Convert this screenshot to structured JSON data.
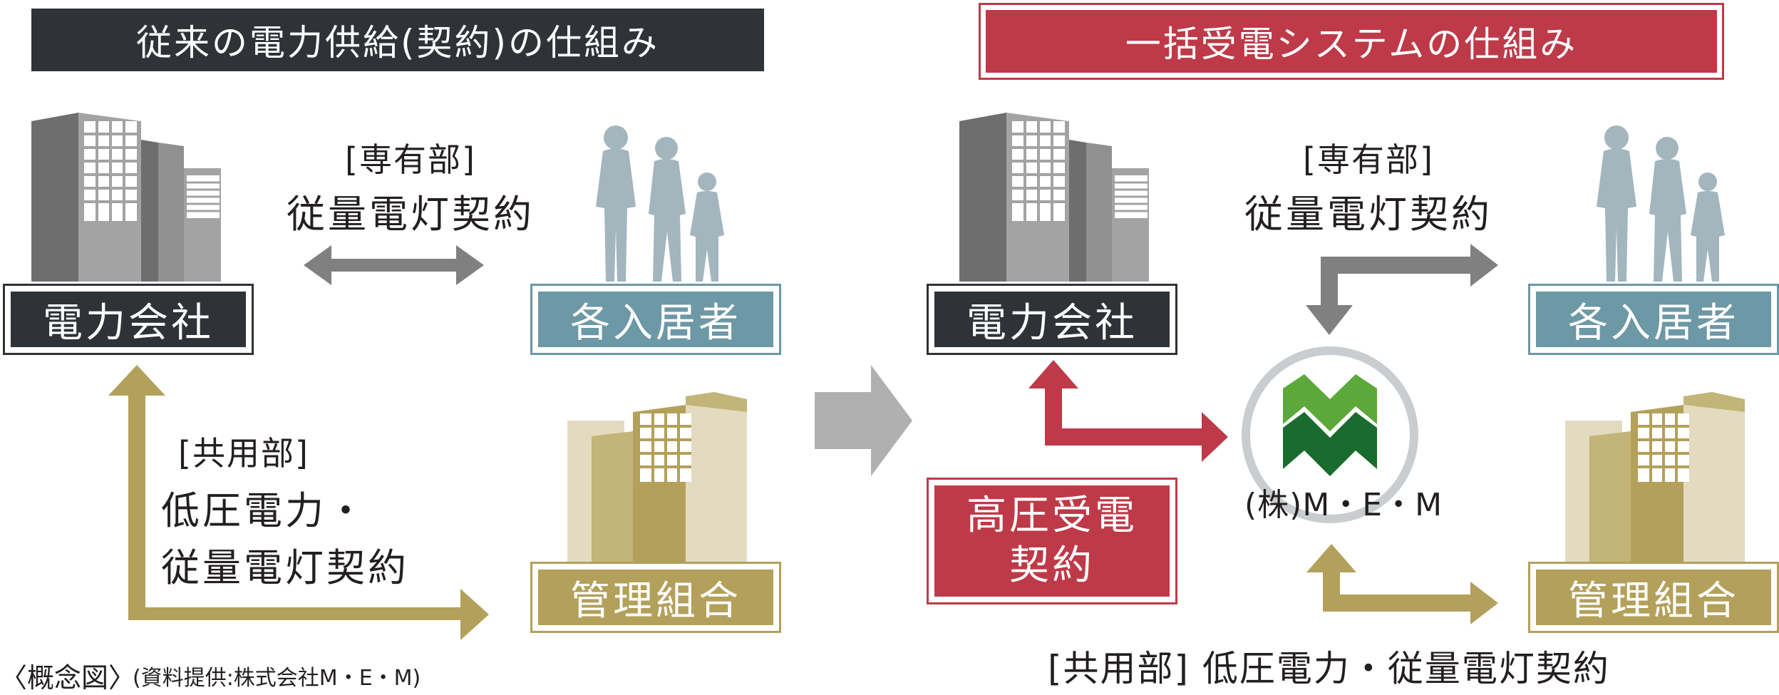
{
  "headers": {
    "left": "従来の電力供給(契約)の仕組み",
    "right": "一括受電システムの仕組み"
  },
  "left": {
    "power_company": "電力会社",
    "residents": "各入居者",
    "management": "管理組合",
    "private_label": "[専有部]",
    "private_contract": "従量電灯契約",
    "common_label": "[共用部]",
    "common_line1": "低圧電力・",
    "common_line2": "従量電灯契約"
  },
  "right": {
    "power_company": "電力会社",
    "residents": "各入居者",
    "management": "管理組合",
    "private_label": "[専有部]",
    "private_contract": "従量電灯契約",
    "hv_line1": "高圧受電",
    "hv_line2": "契約",
    "company": "(株)M・E・M",
    "common_contract": "[共用部] 低圧電力・従量電灯契約"
  },
  "footer": {
    "concept": "〈概念図〉",
    "source": "(資料提供:株式会社M・E・M)"
  },
  "colors": {
    "dark": "#2f3337",
    "red": "#be3a48",
    "blue": "#6d98a5",
    "gold": "#b3a05a",
    "gray_arrow": "#7f7f7f",
    "mem_green_dark": "#1a6b2e",
    "mem_green_light": "#5da83a"
  },
  "icons": [
    "office-building-icon",
    "family-silhouette-icon",
    "apartment-building-icon",
    "mem-logo-icon",
    "transition-arrow-icon"
  ]
}
